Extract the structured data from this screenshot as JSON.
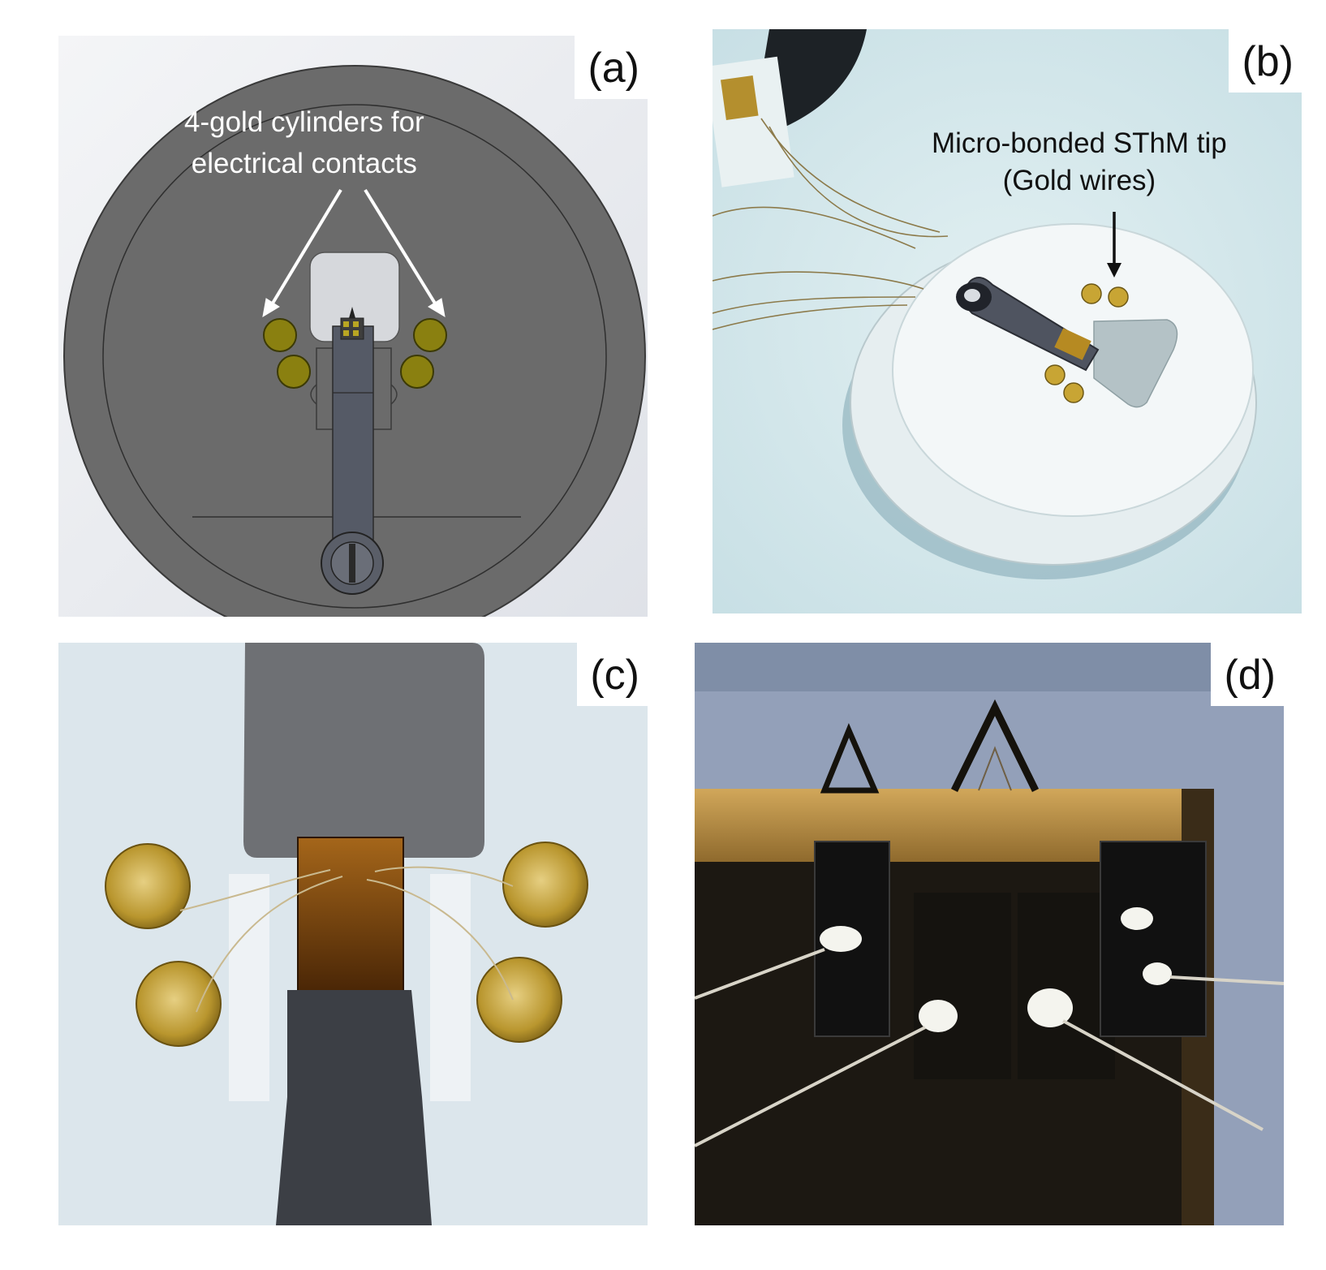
{
  "figure": {
    "panels": [
      {
        "id": "a",
        "label": "(a)",
        "annotation_line1": "4-gold cylinders for",
        "annotation_line2": "electrical contacts"
      },
      {
        "id": "b",
        "label": "(b)",
        "annotation_line1": "Micro-bonded SThM tip",
        "annotation_line2": "(Gold wires)"
      },
      {
        "id": "c",
        "label": "(c)"
      },
      {
        "id": "d",
        "label": "(d)"
      }
    ]
  },
  "colors": {
    "disk_gray": "#6b6b6b",
    "holder_blue_gray": "#4f5460",
    "gold": "#c8a534",
    "gold_cad": "#8a8010",
    "photo_background": "#d4e8ec"
  }
}
